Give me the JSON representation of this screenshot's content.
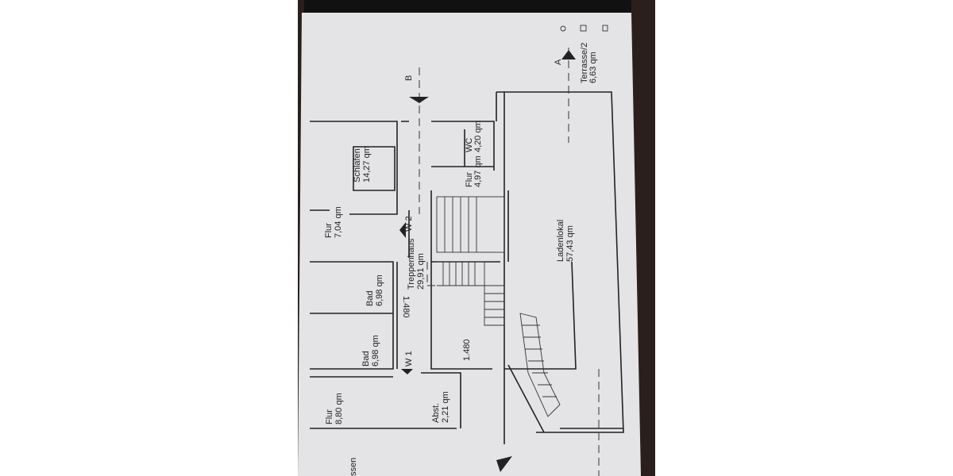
{
  "floor_plan": {
    "rooms": [
      {
        "name": "Schlafen",
        "area": "14,27 qm"
      },
      {
        "name": "Flur",
        "area": "7,04 qm"
      },
      {
        "name": "WC",
        "area": "4,20 qm"
      },
      {
        "name": "Flur",
        "area": "4,97 qm"
      },
      {
        "name": "Terrasse/2",
        "area": "6,63 qm"
      },
      {
        "name": "Treppenhaus",
        "area": "29,91 qm"
      },
      {
        "name": "Ladenlokal",
        "area": "57,43 qm"
      },
      {
        "name": "Bad",
        "area": "6,98 qm"
      },
      {
        "name": "Bad",
        "area": "6,98 qm"
      },
      {
        "name": "Flur",
        "area": "8,80 qm"
      },
      {
        "name": "Abst.",
        "area": "2,21 qm"
      },
      {
        "name": "ssen",
        "area": ""
      }
    ],
    "section_marks": [
      "A",
      "B"
    ],
    "wall_marks": [
      "W 1",
      "W 2"
    ],
    "dimensions": [
      "1.480",
      "1.480"
    ]
  },
  "colors": {
    "paper": "#e6e6e8",
    "wood": "#2a1f1a",
    "ink": "#222222"
  }
}
